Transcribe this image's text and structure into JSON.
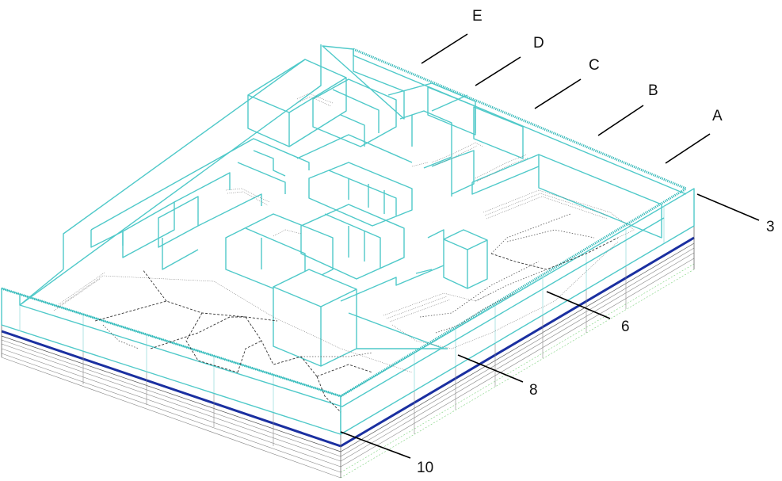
{
  "colors": {
    "wall": "#4fc9c9",
    "base": "#1a2fa0",
    "leader": "#000000"
  },
  "labels": {
    "E": "E",
    "D": "D",
    "C": "C",
    "B": "B",
    "A": "A",
    "n3": "3",
    "n6": "6",
    "n8": "8",
    "n10": "10"
  }
}
